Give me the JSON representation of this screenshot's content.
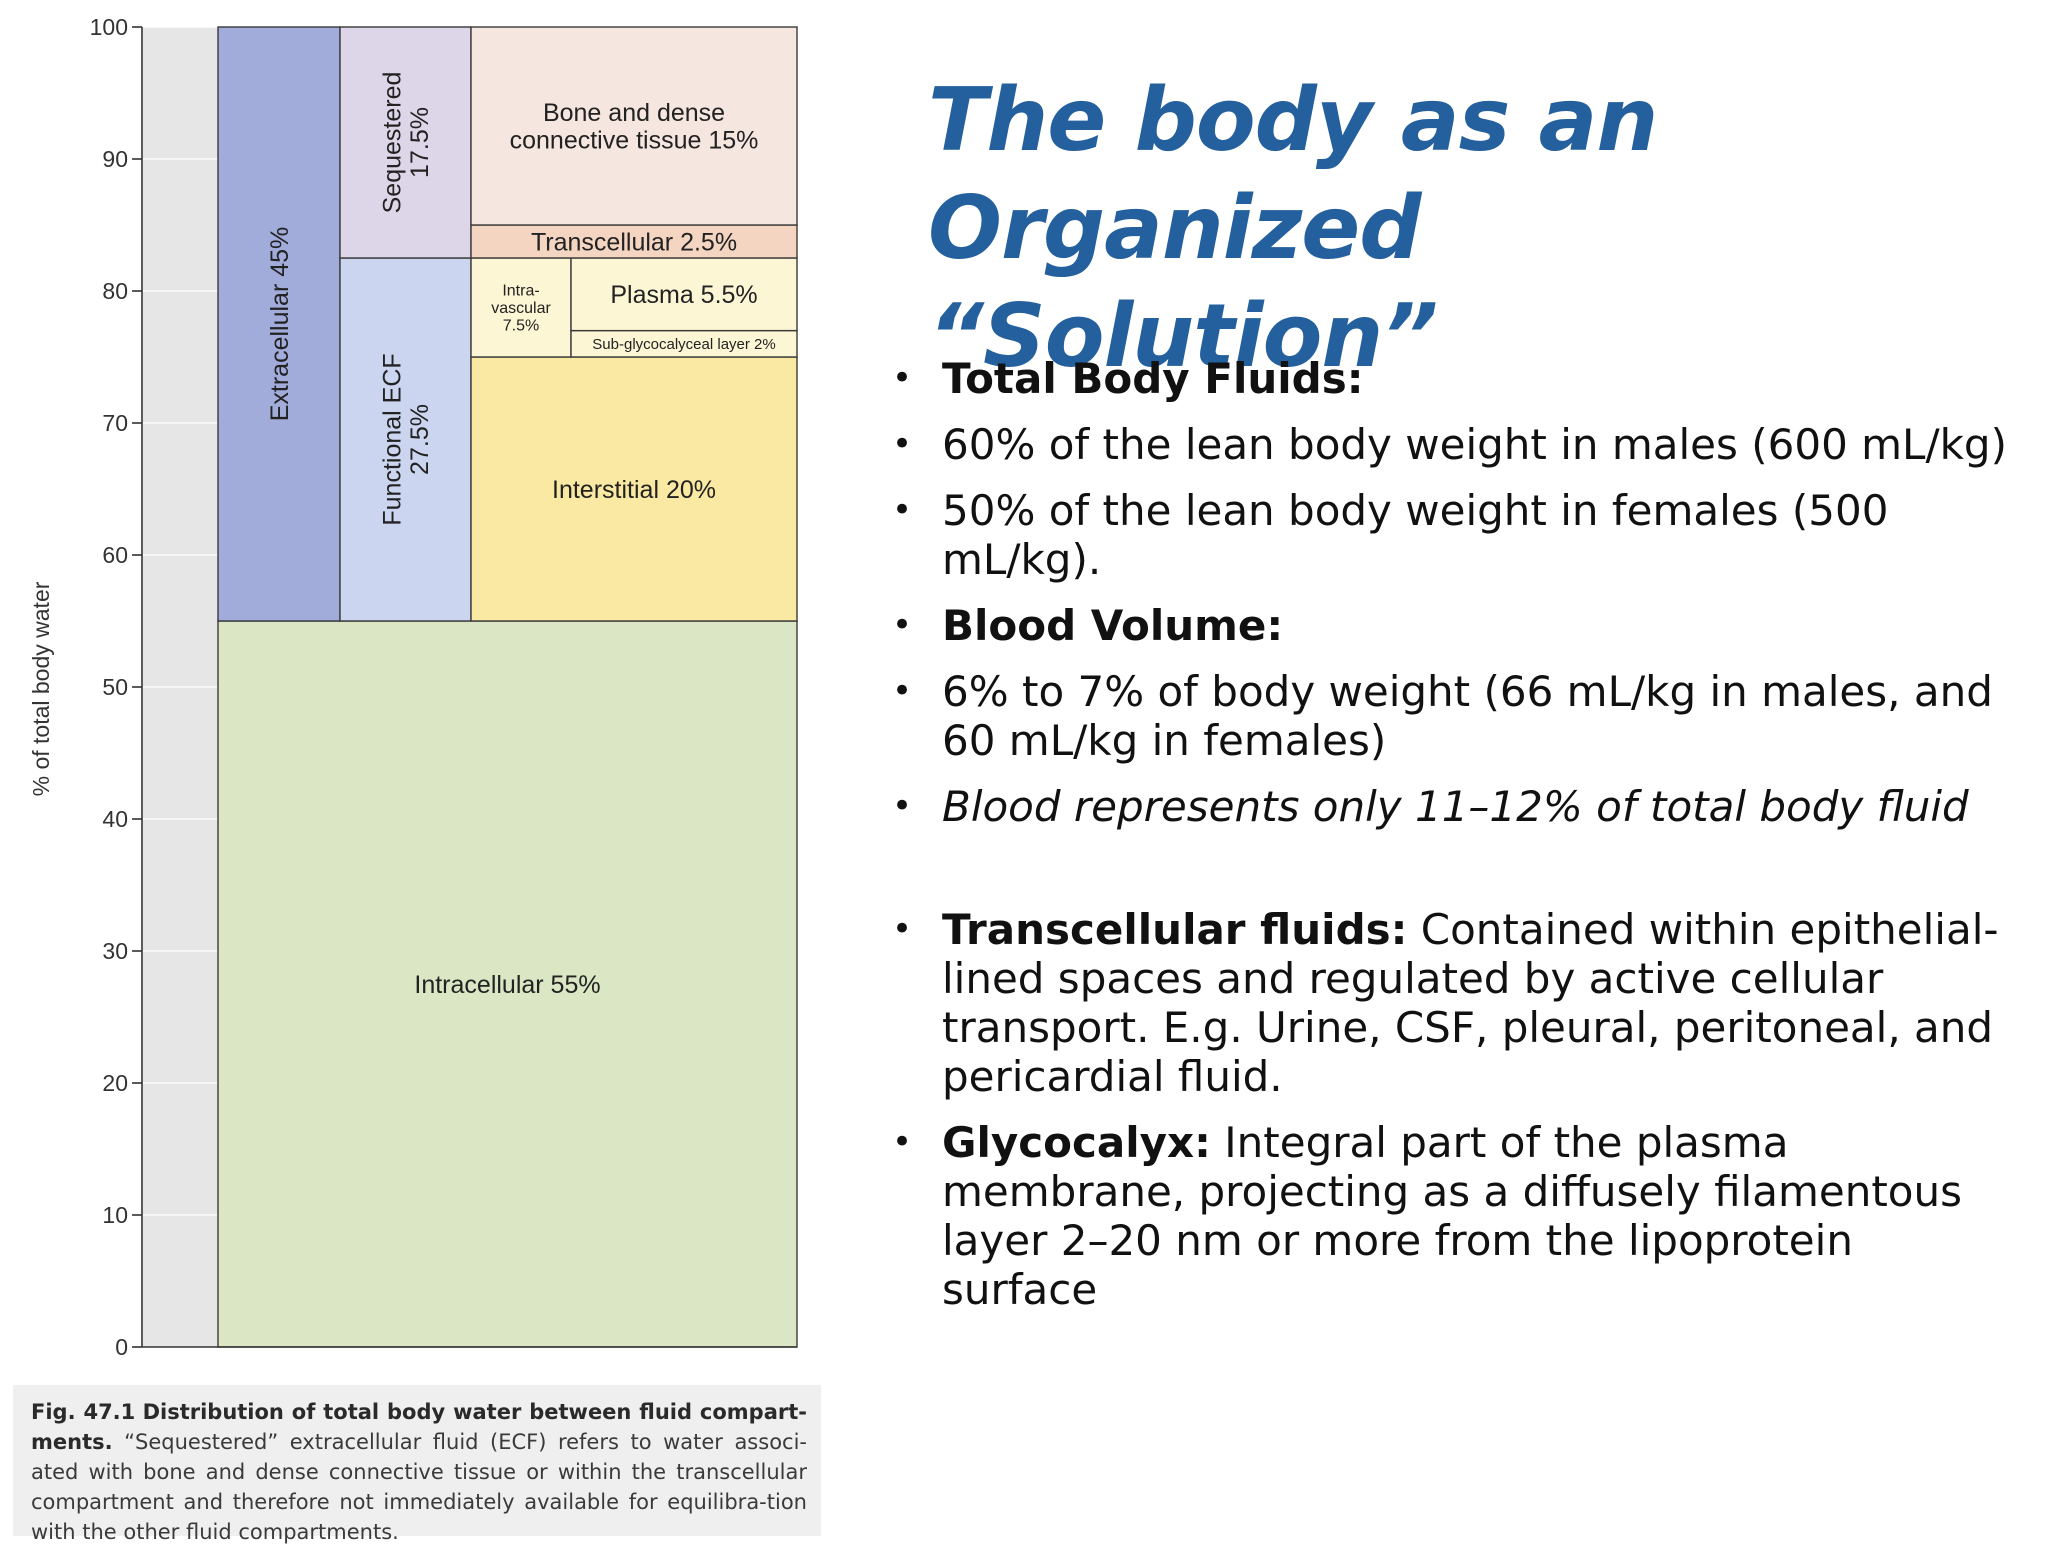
{
  "chart_data": {
    "type": "stacked-bar",
    "ylabel": "% of total body water",
    "ylim": [
      0,
      100
    ],
    "yticks": [
      0,
      10,
      20,
      30,
      40,
      50,
      60,
      70,
      80,
      90,
      100
    ],
    "grid": true,
    "segments": [
      {
        "id": "intracellular",
        "label": "Intracellular 55%",
        "y0": 0,
        "y1": 55,
        "col": [
          0,
          4
        ],
        "color": "#dae6c4"
      },
      {
        "id": "extracellular",
        "label": "Extracellular 45%",
        "y0": 55,
        "y1": 100,
        "col": [
          0,
          1
        ],
        "color": "#a1acda",
        "vertical": true
      },
      {
        "id": "functional-ecf",
        "label": [
          "Functional ECF",
          "27.5%"
        ],
        "y0": 55,
        "y1": 82.5,
        "col": [
          1,
          2
        ],
        "color": "#ccd5ef",
        "vertical": true
      },
      {
        "id": "sequestered",
        "label": [
          "Sequestered",
          "17.5%"
        ],
        "y0": 82.5,
        "y1": 100,
        "col": [
          1,
          2
        ],
        "color": "#ddd5e8",
        "vertical": true
      },
      {
        "id": "interstitial",
        "label": "Interstitial 20%",
        "y0": 55,
        "y1": 75,
        "col": [
          2,
          4
        ],
        "color": "#f9e9a2"
      },
      {
        "id": "intravascular",
        "label": [
          "Intra-",
          "vascular",
          "7.5%"
        ],
        "y0": 75,
        "y1": 82.5,
        "col": [
          2,
          3
        ],
        "color": "#fdf6d5"
      },
      {
        "id": "sub-glycocalyceal",
        "label": "Sub-glycocalyceal layer 2%",
        "y0": 75,
        "y1": 77,
        "col": [
          3,
          4
        ],
        "color": "#fdf6d5"
      },
      {
        "id": "plasma",
        "label": "Plasma 5.5%",
        "y0": 77,
        "y1": 82.5,
        "col": [
          3,
          4
        ],
        "color": "#fdf6d5"
      },
      {
        "id": "transcellular",
        "label": "Transcellular 2.5%",
        "y0": 82.5,
        "y1": 85,
        "col": [
          2,
          4
        ],
        "color": "#f3d5c2"
      },
      {
        "id": "bone-dense",
        "label": [
          "Bone and dense",
          "connective tissue 15%"
        ],
        "y0": 85,
        "y1": 100,
        "col": [
          2,
          4
        ],
        "color": "#f5e6df"
      }
    ]
  },
  "caption": {
    "fig": "Fig. 47.1",
    "heading": "Distribution of total body water between fluid compart-ments.",
    "body": "“Sequestered” extracellular fluid (ECF) refers to water associ-ated with bone and dense connective tissue or within the transcellular compartment and therefore not immediately available for equilibra-tion with the other fluid compartments."
  },
  "slide": {
    "title": "The body as an Organized “Solution”",
    "bullets": [
      {
        "bold": "Total Body Fluids:",
        "text": ""
      },
      {
        "bold": "",
        "text": "60% of the lean body weight in males (600 mL/kg)"
      },
      {
        "bold": "",
        "text": "50% of the lean body weight in females (500 mL/kg)."
      },
      {
        "bold": "Blood Volume:",
        "text": ""
      },
      {
        "bold": "",
        "text": "6% to 7% of body weight (66 mL/kg in males, and 60 mL/kg in females)"
      },
      {
        "bold": "",
        "text": "",
        "italic": "Blood represents only 11–12% of total body fluid"
      },
      {
        "bold": "Transcellular fluids:",
        "text": " Contained within epithelial-lined spaces and regulated by active cellular transport. E.g. Urine, CSF, pleural, peritoneal, and pericardial fluid."
      },
      {
        "bold": "Glycocalyx:",
        "text": " Integral part of the plasma membrane, projecting as a diffusely filamentous layer 2–20 nm or more from the lipoprotein surface"
      }
    ]
  }
}
